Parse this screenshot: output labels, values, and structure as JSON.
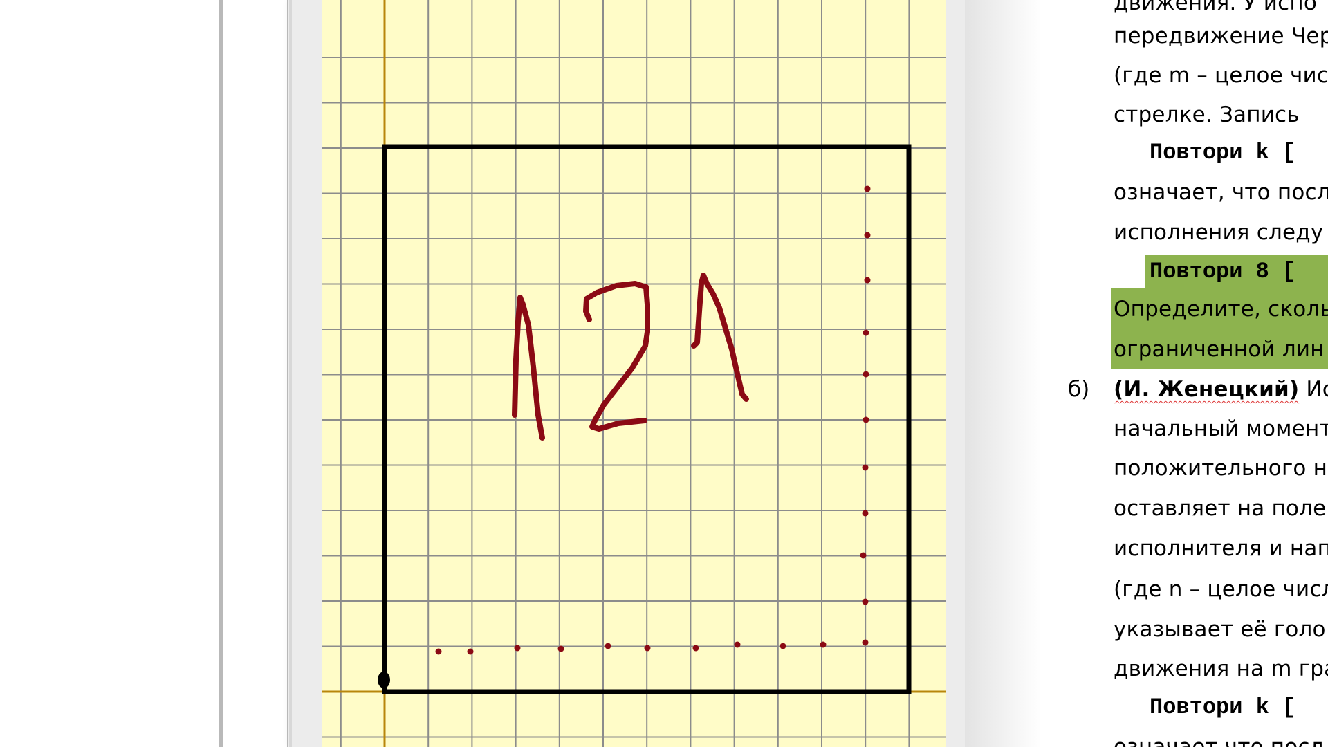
{
  "field": {
    "drawing_label": "121",
    "colors": {
      "background": "#fffcc8",
      "grid": "#8c8c8c",
      "axis": "#b8860b",
      "frame": "#000000",
      "ink": "#8b0a14"
    }
  },
  "document": {
    "lines": [
      "движения. У испо",
      "передвижение Чер",
      "(где m – целое чис",
      "стрелке. Запись",
      "означает, что посл",
      "исполнения следу",
      "Определите, сколь",
      "ограниченной лин",
      "начальный момент",
      "положительного н",
      "оставляет на поле",
      "исполнителя и нап",
      "(где n – целое числ",
      "указывает её голо",
      "движения на m гра",
      "означает что посл"
    ],
    "code_lines": [
      "Повтори k [",
      "Повтори 8 [",
      "Повтори k ["
    ],
    "item_number": "б)",
    "author": "(И. Женецкий)",
    "item_text": " Исп"
  }
}
